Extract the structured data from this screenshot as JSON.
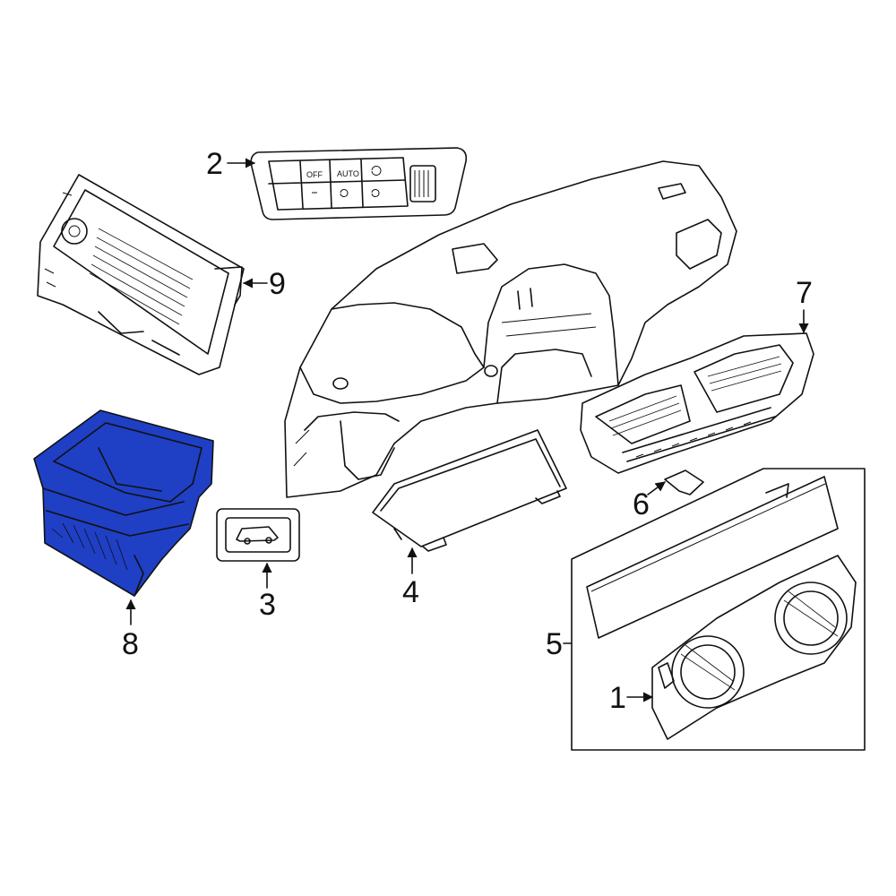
{
  "diagram": {
    "callouts": [
      {
        "id": "1",
        "label": "1"
      },
      {
        "id": "2",
        "label": "2"
      },
      {
        "id": "3",
        "label": "3"
      },
      {
        "id": "4",
        "label": "4"
      },
      {
        "id": "5",
        "label": "5"
      },
      {
        "id": "6",
        "label": "6"
      },
      {
        "id": "7",
        "label": "7"
      },
      {
        "id": "8",
        "label": "8"
      },
      {
        "id": "9",
        "label": "9"
      }
    ],
    "switch_panel": {
      "off_label": "OFF",
      "auto_label": "AUTO"
    },
    "colors": {
      "highlight": "#1f3fc4",
      "line": "#111111",
      "background": "#ffffff"
    }
  }
}
